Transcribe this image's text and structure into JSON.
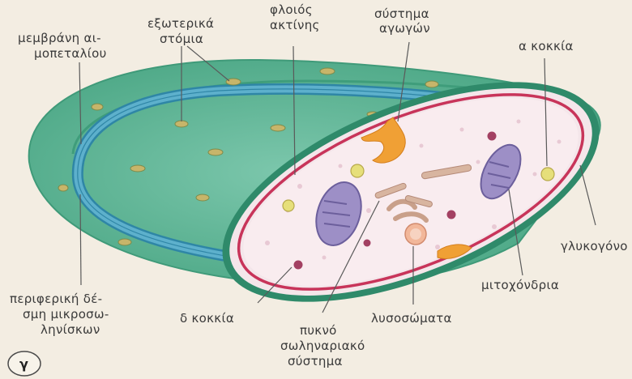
{
  "figure_letter": "γ",
  "labels": {
    "membrane_line1": "μεμβράνη αι-",
    "membrane_line2": "μοπεταλίου",
    "pores_line1": "εξωτερικά",
    "pores_line2": "στόμια",
    "cortex_line1": "φλοιός",
    "cortex_line2": "ακτίνης",
    "canal_line1": "σύστημα",
    "canal_line2": "αγωγών",
    "alpha_granules": "α κοκκία",
    "glycogen": "γλυκογόνο",
    "microtubules_line1": "περιφερική δέ-",
    "microtubules_line2": "σμη μικροσω-",
    "microtubules_line3": "ληνίσκων",
    "delta_granules": "δ κοκκία",
    "lysosomes": "λυσοσώματα",
    "dts_line1": "πυκνό",
    "dts_line2": "σωληναριακό",
    "dts_line3": "σύστημα",
    "mitochondria": "μιτοχόνδρια"
  },
  "colors": {
    "background": "#f3ede2",
    "platelet_green": "#5fb79a",
    "platelet_rim": "#2f8a6a",
    "microtubule_blue": "#3d97b5",
    "cytoplasm_pink": "#f7e2e8",
    "membrane_red": "#c8345a",
    "mitochondria_purple": "#9d8fc6",
    "canal_orange": "#f0a035"
  }
}
